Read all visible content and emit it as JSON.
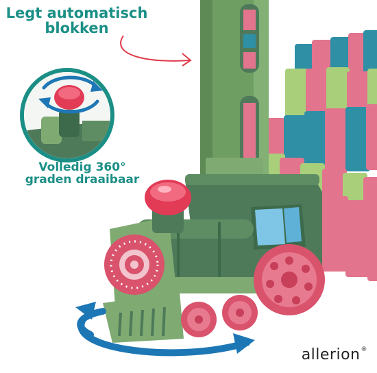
{
  "captions": {
    "auto_line1": "Legt automatisch",
    "auto_line2": "blokken",
    "rotate_line1": "Volledig 360°",
    "rotate_line2": "graden draaibaar"
  },
  "brand": {
    "name": "allerion",
    "mark": "®"
  },
  "colors": {
    "caption_teal": "#1b8f86",
    "train_green": "#4e7a5a",
    "train_light_green": "#7faa72",
    "accent_pink": "#d9536c",
    "domino_teal": "#2e8fa5",
    "domino_pink": "#e2748e",
    "domino_lime": "#a9cf7a",
    "arrow_red": "#e03a4b",
    "rotation_blue": "#1e77b5"
  }
}
